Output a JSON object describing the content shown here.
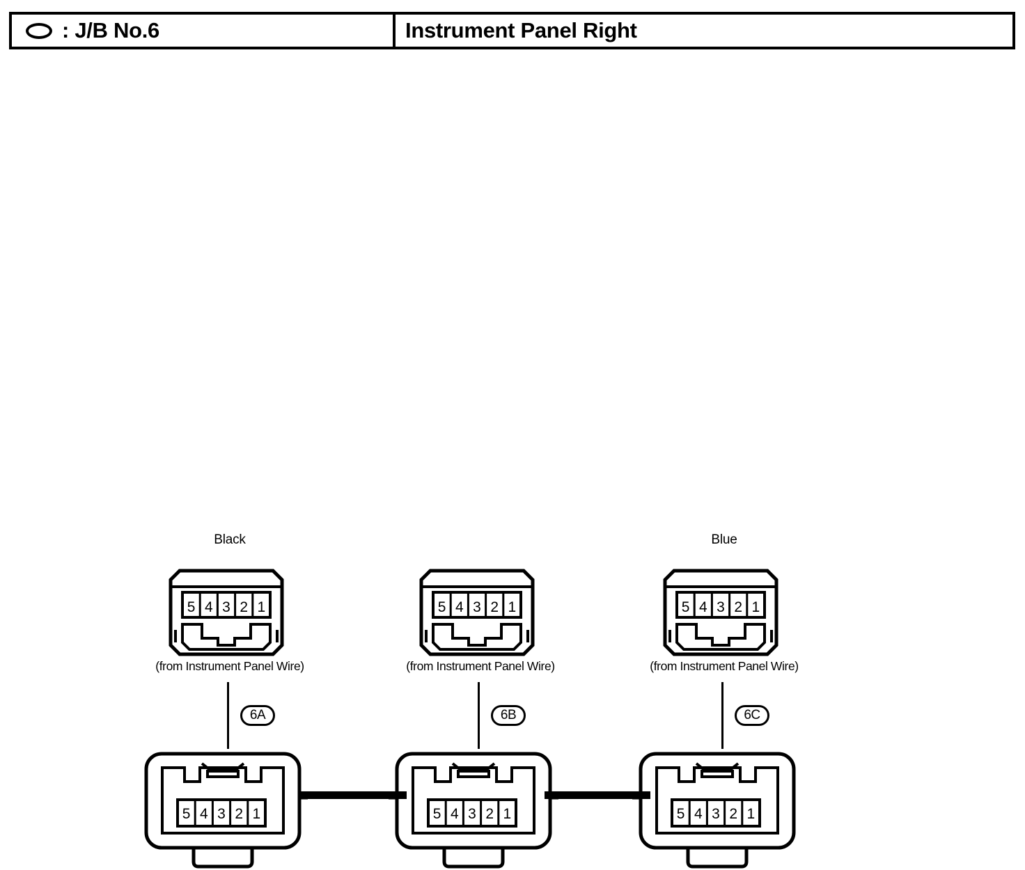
{
  "header": {
    "icon": "oval-icon",
    "code_label": ": J/B No.6",
    "title": "Instrument Panel Right"
  },
  "diagram": {
    "caption_text": "(from Instrument Panel Wire)",
    "pins": [
      "5",
      "4",
      "3",
      "2",
      "1"
    ],
    "connectors": [
      {
        "id": "6A",
        "color_label": "Black",
        "caption": "(from Instrument Panel Wire)",
        "badge": "6A",
        "pins_top": [
          "5",
          "4",
          "3",
          "2",
          "1"
        ],
        "pins_bottom": [
          "5",
          "4",
          "3",
          "2",
          "1"
        ],
        "wire_left": false,
        "wire_right": true
      },
      {
        "id": "6B",
        "color_label": "",
        "caption": "(from Instrument Panel Wire)",
        "badge": "6B",
        "pins_top": [
          "5",
          "4",
          "3",
          "2",
          "1"
        ],
        "pins_bottom": [
          "5",
          "4",
          "3",
          "2",
          "1"
        ],
        "wire_left": true,
        "wire_right": true
      },
      {
        "id": "6C",
        "color_label": "Blue",
        "caption": "(from Instrument Panel Wire)",
        "badge": "6C",
        "pins_top": [
          "5",
          "4",
          "3",
          "2",
          "1"
        ],
        "pins_bottom": [
          "5",
          "4",
          "3",
          "2",
          "1"
        ],
        "wire_left": true,
        "wire_right": false
      }
    ]
  },
  "colors": {
    "line": "#000000",
    "background": "#ffffff"
  }
}
